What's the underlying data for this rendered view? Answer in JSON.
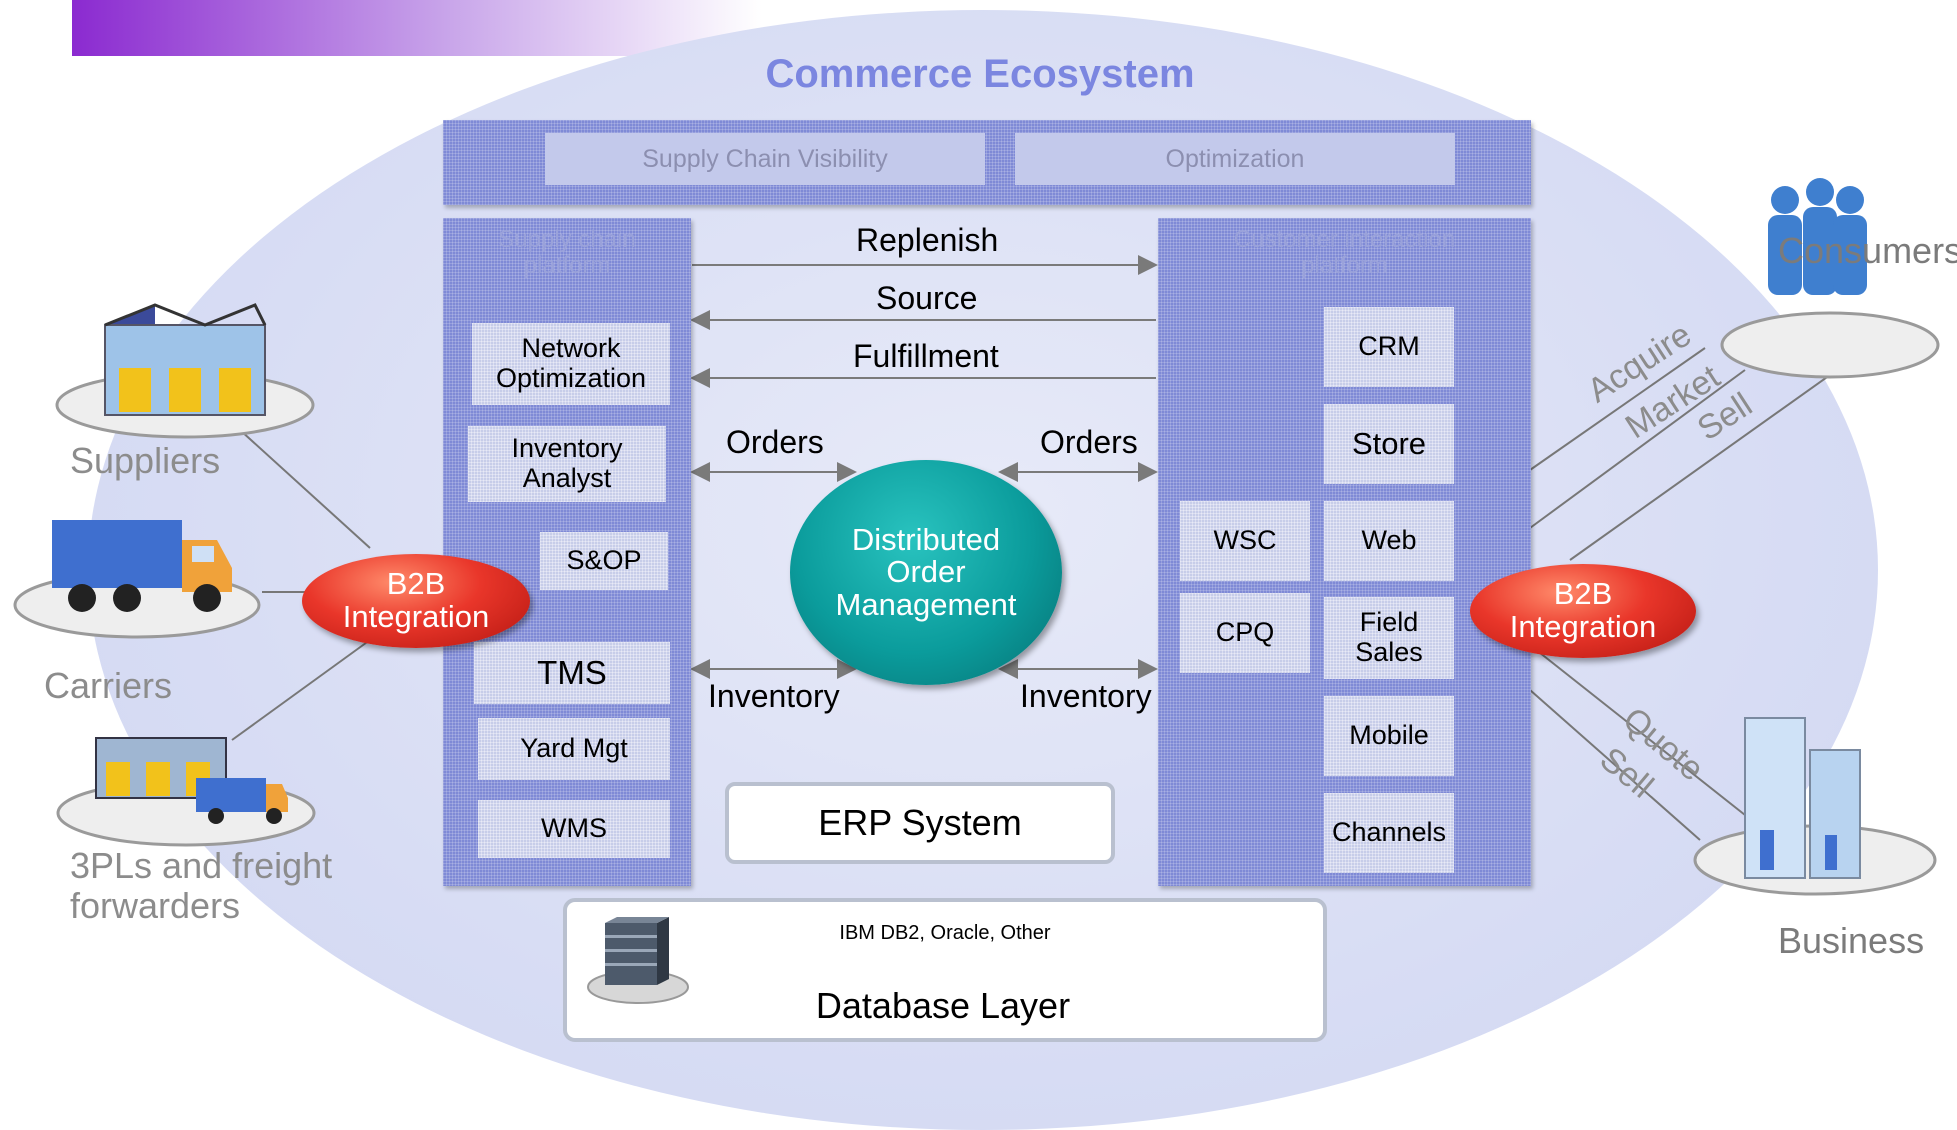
{
  "title": "Commerce Ecosystem",
  "top_bar": {
    "left": "Supply Chain Visibility",
    "right": "Optimization"
  },
  "left_panel": {
    "header": "Supply chain\nplatform",
    "items": [
      "Network\nOptimization",
      "Inventory\nAnalyst",
      "S&OP",
      "TMS",
      "Yard Mgt",
      "WMS"
    ]
  },
  "right_panel": {
    "header": "Customer interaction\nplatform",
    "items": [
      "CRM",
      "Store",
      "Web",
      "Field\nSales",
      "Mobile",
      "Channels",
      "WSC",
      "CPQ"
    ]
  },
  "flows": {
    "replenish": "Replenish",
    "source": "Source",
    "fulfillment": "Fulfillment",
    "orders_left": "Orders",
    "orders_right": "Orders",
    "inventory_left": "Inventory",
    "inventory_right": "Inventory"
  },
  "dom": "Distributed\nOrder\nManagement",
  "erp": "ERP System",
  "database": {
    "vendors": "IBM DB2, Oracle, Other",
    "label": "Database Layer"
  },
  "b2b_left": "B2B\nIntegration",
  "b2b_right": "B2B\nIntegration",
  "left_partners": [
    "Suppliers",
    "Carriers",
    "3PLs and freight\nforwarders"
  ],
  "right_partners": {
    "consumers": "Consumers",
    "business": "Business"
  },
  "consumer_channels": [
    "Acquire",
    "Market",
    "Sell"
  ],
  "business_channels": [
    "Quote",
    "Sell"
  ],
  "colors": {
    "title": "#7b86e0",
    "panel": "#7f8ad6",
    "subbox": "#c7cde9",
    "dom": "#0b9c9c",
    "b2b": "#e23a2d",
    "ellipse": "#dbe0f6"
  }
}
